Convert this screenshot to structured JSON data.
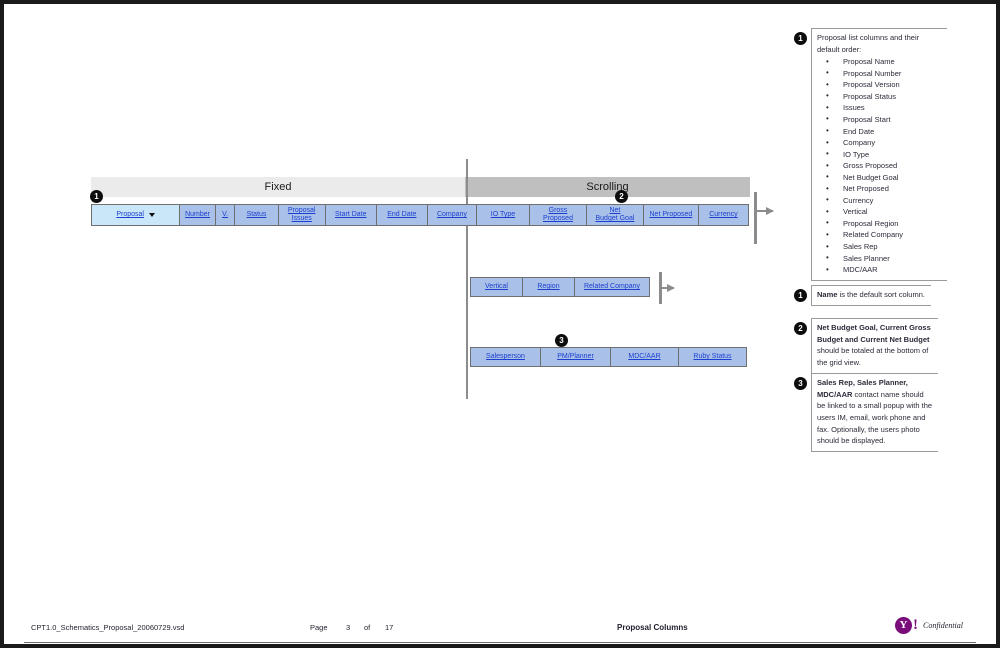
{
  "diagram": {
    "groups": [
      {
        "label": "Fixed",
        "color": "#ebebeb"
      },
      {
        "label": "Scrolling",
        "color": "#bfbfbf"
      }
    ],
    "row1": {
      "columns": [
        {
          "label": "Proposal",
          "width": 90,
          "sort": true,
          "caret": true
        },
        {
          "label": "Number",
          "width": 36
        },
        {
          "label": "V.",
          "width": 20
        },
        {
          "label": "Status",
          "width": 44
        },
        {
          "label": "Proposal\nIssues",
          "width": 48,
          "lines": [
            "Proposal",
            "Issues"
          ]
        },
        {
          "label": "Start Date",
          "width": 52
        },
        {
          "label": "End Date",
          "width": 52
        },
        {
          "label": "Company",
          "width": 50
        },
        {
          "label": "IO Type",
          "width": 54
        },
        {
          "label": "Gross\nProposed",
          "width": 58,
          "lines": [
            "Gross",
            "Proposed"
          ]
        },
        {
          "label": "Net\nBudget Goal",
          "width": 58,
          "lines": [
            "Net",
            "Budget Goal"
          ]
        },
        {
          "label": "Net Proposed",
          "width": 56
        },
        {
          "label": "Currency",
          "width": 50
        }
      ]
    },
    "row2": {
      "columns": [
        {
          "label": "Vertical",
          "width": 52
        },
        {
          "label": "Region",
          "width": 52
        },
        {
          "label": "Related Company",
          "width": 74
        }
      ]
    },
    "row3": {
      "columns": [
        {
          "label": "Salesperson",
          "width": 70
        },
        {
          "label": "PM/Planner",
          "width": 70
        },
        {
          "label": "MDC/AAR",
          "width": 68
        },
        {
          "label": "Ruby Status",
          "width": 67
        }
      ]
    },
    "markers": [
      {
        "id": "m1",
        "number": "1"
      },
      {
        "id": "m2",
        "number": "2"
      },
      {
        "id": "m3",
        "number": "3"
      }
    ]
  },
  "annotations": [
    {
      "number": "1",
      "heading_line1": "Proposal list columns and their",
      "heading_line2": "default order:",
      "items": [
        "Proposal Name",
        "Proposal Number",
        "Proposal Version",
        "Proposal Status",
        "Issues",
        "Proposal Start",
        "End Date",
        "Company",
        "IO Type",
        "Gross Proposed",
        "Net Budget Goal",
        "Net Proposed",
        "Currency",
        "Vertical",
        "Proposal Region",
        "Related Company",
        "Sales Rep",
        " Sales Planner",
        " MDC/AAR"
      ]
    },
    {
      "number": "1",
      "bold_text": "Name",
      "rest_text": " is the default sort column."
    },
    {
      "number": "2",
      "bold_text": "Net Budget Goal, Current Gross Budget and Current Net Budget",
      "rest_text": " should be totaled at the bottom of the grid view."
    },
    {
      "number": "3",
      "bold_text": "Sales Rep, Sales Planner, MDC/AAR",
      "rest_text": " contact name should be linked to a small popup with the users IM, email, work phone and fax. Optionally, the users photo should be displayed."
    }
  ],
  "footer": {
    "filename": "CPT1.0_Schematics_Proposal_20060729.vsd",
    "page_label": "Page",
    "page_number": "3",
    "of_label": "of",
    "page_total": "17",
    "title": "Proposal Columns",
    "logo_letter": "Y",
    "logo_bang": "!",
    "confidential": "Confidential"
  }
}
